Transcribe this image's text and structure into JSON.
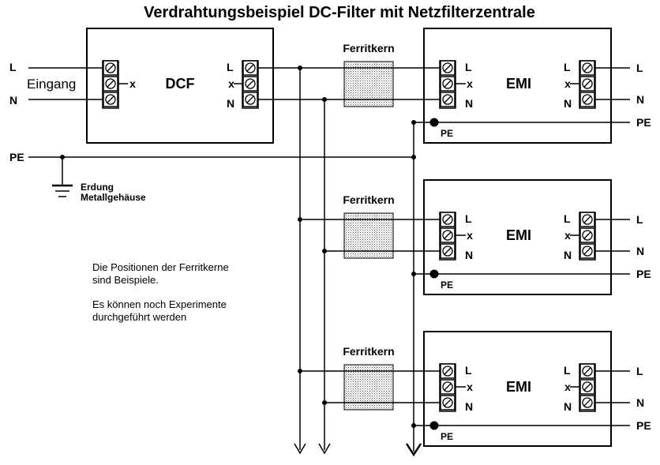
{
  "title": "Verdrahtungsbeispiel DC-Filter mit Netzfilterzentrale",
  "input": {
    "l": "L",
    "n": "N",
    "pe": "PE",
    "label": "Eingang"
  },
  "dcf": {
    "name": "DCF",
    "l": "L",
    "n": "N",
    "x": "x"
  },
  "ground": {
    "line1": "Erdung",
    "line2": "Metallgehäuse"
  },
  "ferrite_label": "Ferritkern",
  "emi": {
    "name": "EMI",
    "l": "L",
    "n": "N",
    "pe": "PE",
    "x": "x"
  },
  "outputs": {
    "l": "L",
    "n": "N",
    "pe": "PE"
  },
  "note": {
    "line1": "Die Positionen der Ferritkerne",
    "line2": "sind Beispiele.",
    "line3": "Es können noch Experimente",
    "line4": "durchgeführt werden"
  }
}
